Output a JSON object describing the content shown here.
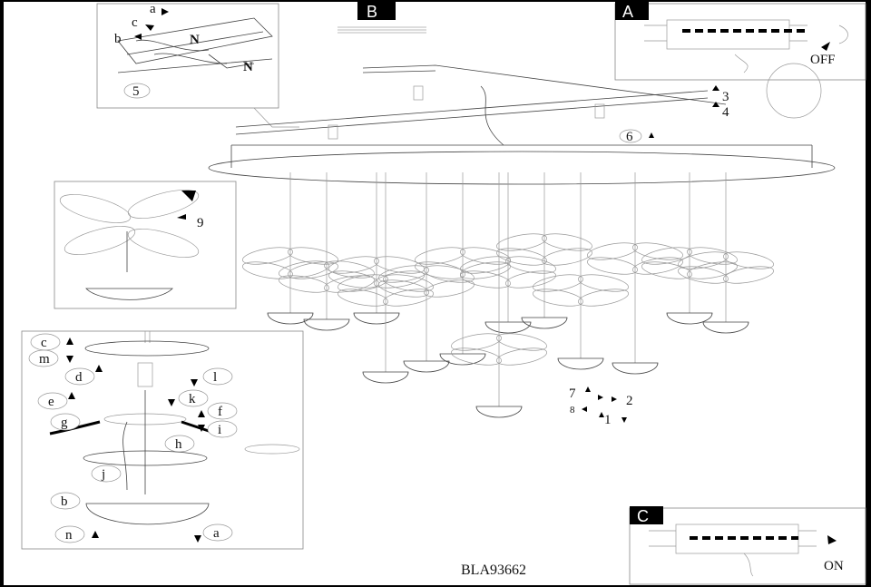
{
  "panels": {
    "B": {
      "tag": "B"
    },
    "A": {
      "tag": "A",
      "switch_state": "OFF"
    },
    "C": {
      "tag": "C",
      "switch_state": "ON"
    }
  },
  "model_code": "BLA93662",
  "step_numbers": [
    "1",
    "2",
    "3",
    "4",
    "5",
    "6",
    "7",
    "8",
    "9"
  ],
  "detail_letters_top": [
    "a",
    "b",
    "c"
  ],
  "detail_letters_bottom": [
    "a",
    "b",
    "c",
    "d",
    "e",
    "f",
    "g",
    "h",
    "i",
    "j",
    "k",
    "l",
    "m",
    "n"
  ],
  "colors": {
    "line": "#444444",
    "frame": "#000000",
    "background": "#ffffff"
  }
}
